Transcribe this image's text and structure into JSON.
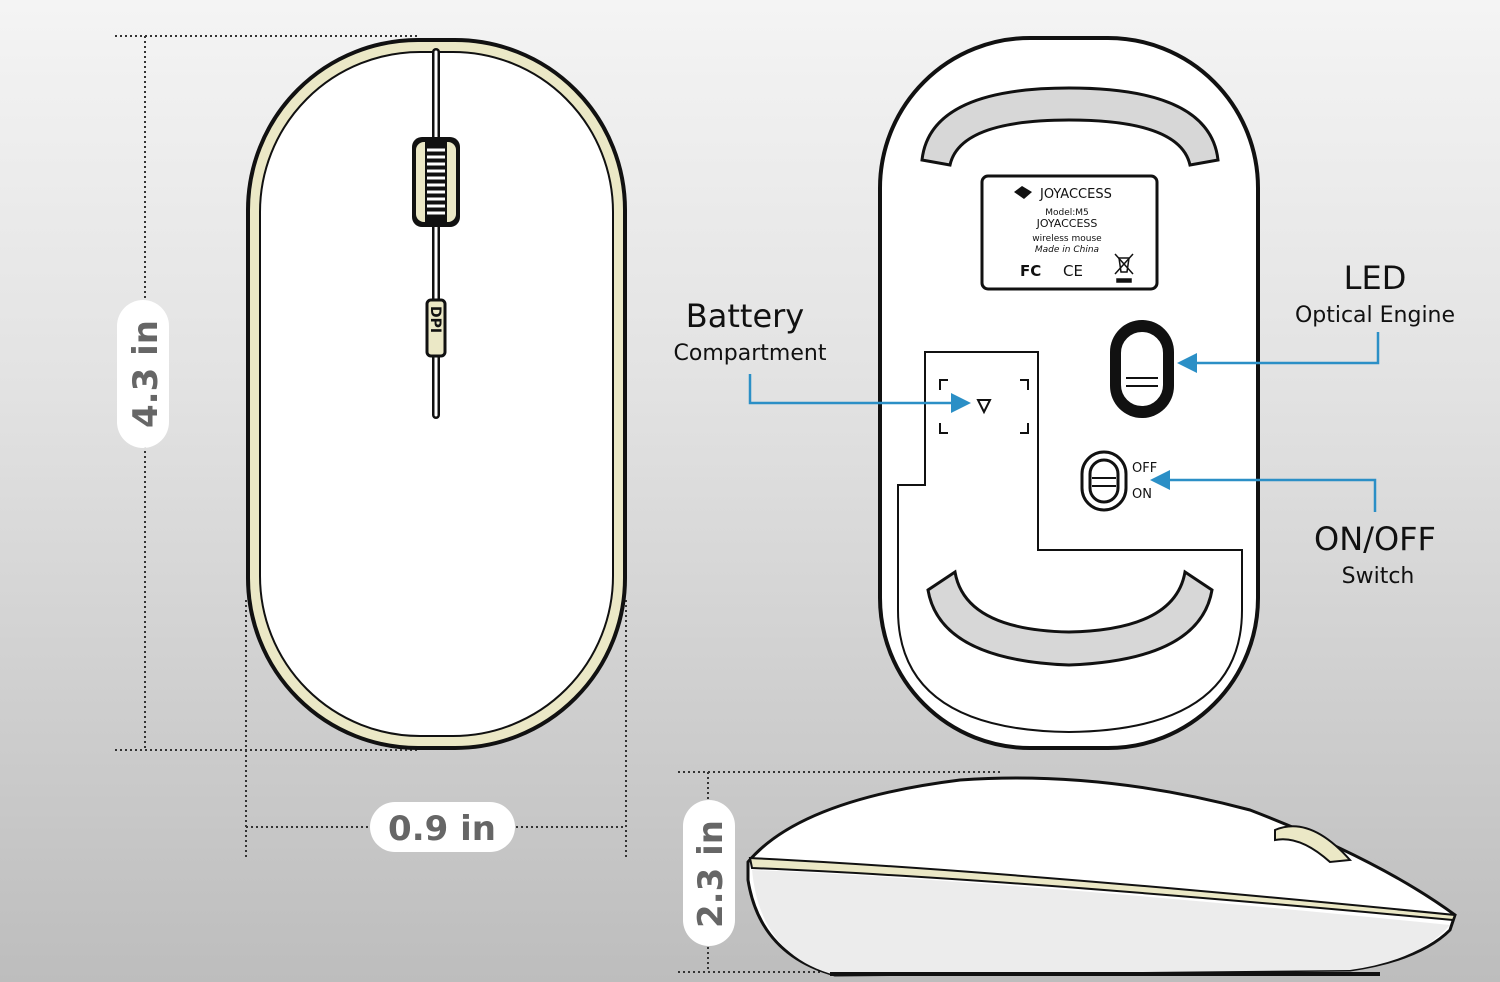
{
  "dimensions": {
    "length": "4.3 in",
    "width": "0.9 in",
    "height": "2.3 in"
  },
  "top_view": {
    "dpi_label": "DPI"
  },
  "bottom_label": {
    "brand": "JOYACCESS",
    "model": "Model:M5",
    "maker": "JOYACCESS",
    "type": "wireless mouse",
    "origin": "Made in China",
    "fcc": "FC",
    "ce": "CE"
  },
  "switch": {
    "off": "OFF",
    "on": "ON"
  },
  "callouts": {
    "battery_title": "Battery",
    "battery_sub": "Compartment",
    "led_title": "LED",
    "led_sub": "Optical Engine",
    "switch_title": "ON/OFF",
    "switch_sub": "Switch"
  },
  "colors": {
    "accent": "#2b8fc6",
    "trim": "#ebe8c6"
  }
}
